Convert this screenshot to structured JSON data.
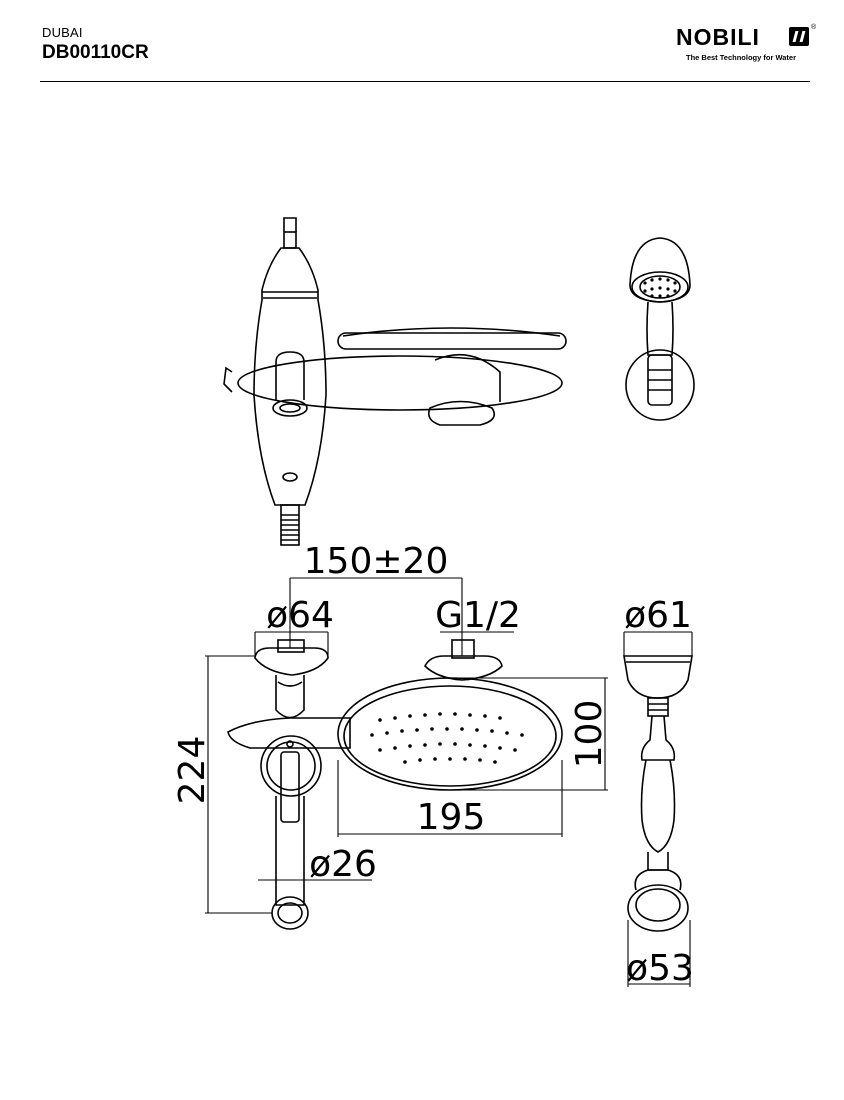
{
  "header": {
    "series": "DUBAI",
    "product_code": "DB00110CR"
  },
  "brand": {
    "name": "NOBILI",
    "registered_mark": "®",
    "tagline": "The Best Technology for Water"
  },
  "dimensions": {
    "center_distance": "150±20",
    "flange_diameter": "ø64",
    "connection_thread": "G1/2",
    "handshower_head_diameter": "ø61",
    "overall_height": "224",
    "shower_head_height": "100",
    "shower_head_width": "195",
    "spout_diameter": "ø26",
    "wall_support_diameter": "ø53"
  },
  "colors": {
    "line": "#000000",
    "background": "#ffffff"
  }
}
